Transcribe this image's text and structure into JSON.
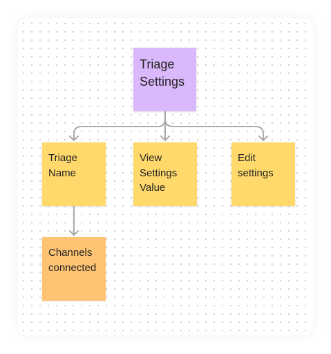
{
  "diagram": {
    "root": {
      "text": "Triage\nSettings",
      "color": "#d9b8fb"
    },
    "children": [
      {
        "text": "Triage\nName",
        "color": "#ffd96b"
      },
      {
        "text": "View\nSettings\nValue",
        "color": "#ffd96b"
      },
      {
        "text": "Edit\nsettings",
        "color": "#ffd96b"
      }
    ],
    "grandchild": {
      "text": "Channels\nconnected",
      "color": "#ffc473"
    },
    "connector_color": "#a9a9a9"
  }
}
